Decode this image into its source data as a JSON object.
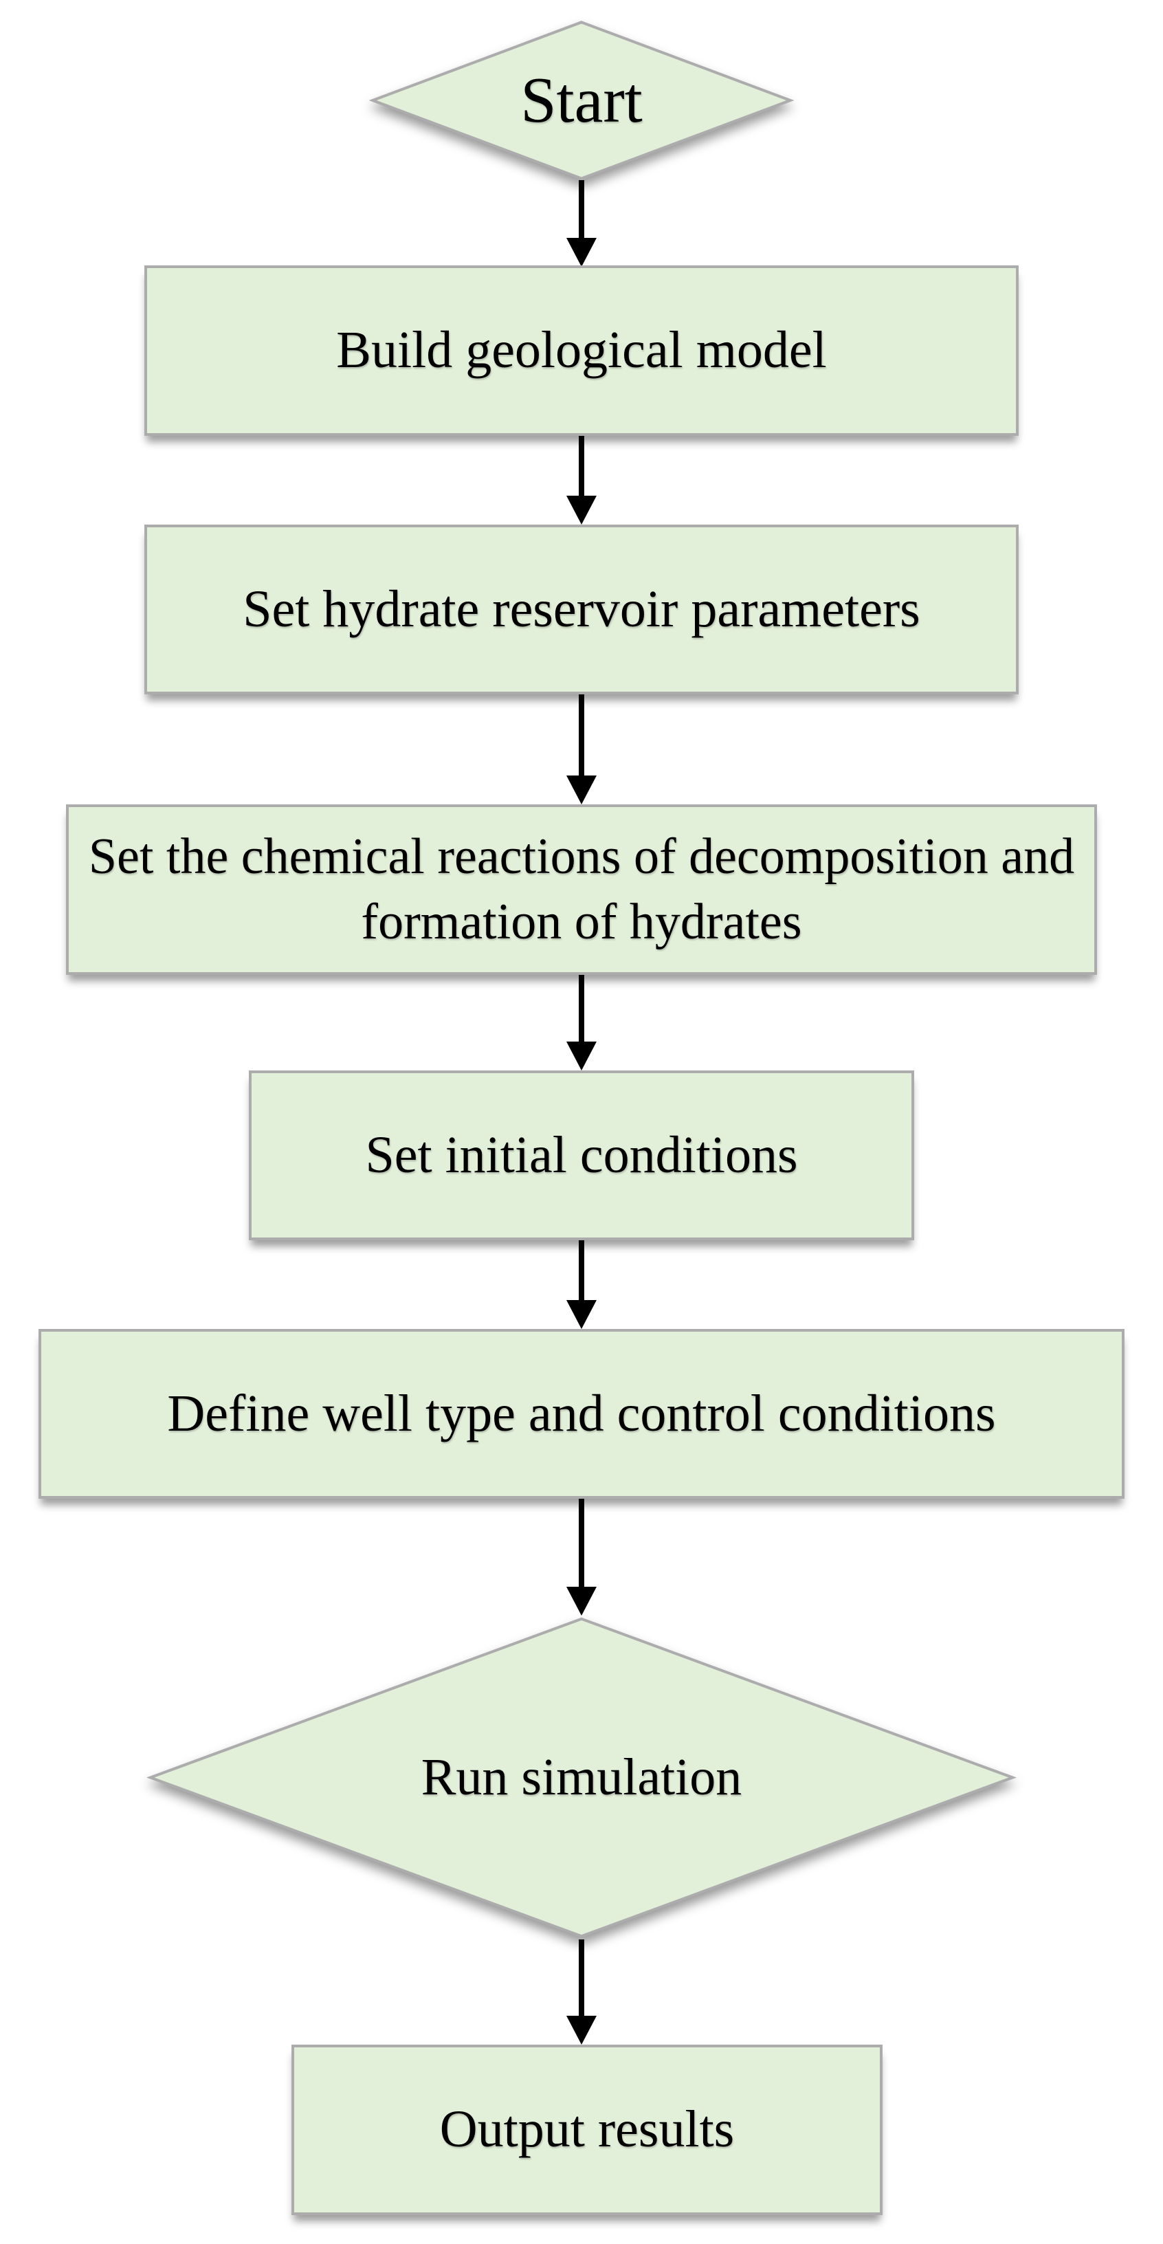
{
  "flowchart": {
    "colors": {
      "node-fill": "#e2efd9",
      "node-border": "#acacac",
      "arrow": "#000000",
      "text": "#000000"
    },
    "nodes": [
      {
        "id": "start",
        "type": "diamond",
        "label": "Start"
      },
      {
        "id": "build-geological-model",
        "type": "process",
        "label": "Build geological model"
      },
      {
        "id": "set-hydrate-reservoir-parameters",
        "type": "process",
        "label": "Set hydrate reservoir parameters"
      },
      {
        "id": "set-chemical-reactions",
        "type": "process",
        "label": "Set the chemical reactions of decomposition and formation of hydrates"
      },
      {
        "id": "set-initial-conditions",
        "type": "process",
        "label": "Set initial conditions"
      },
      {
        "id": "define-well-type-and-control-conditions",
        "type": "process",
        "label": "Define well type and control conditions"
      },
      {
        "id": "run-simulation",
        "type": "diamond",
        "label": "Run simulation"
      },
      {
        "id": "output-results",
        "type": "process",
        "label": "Output results"
      }
    ],
    "edges": [
      {
        "from": "start",
        "to": "build-geological-model",
        "direction": "down"
      },
      {
        "from": "build-geological-model",
        "to": "set-hydrate-reservoir-parameters",
        "direction": "down"
      },
      {
        "from": "set-hydrate-reservoir-parameters",
        "to": "set-chemical-reactions",
        "direction": "down"
      },
      {
        "from": "set-chemical-reactions",
        "to": "set-initial-conditions",
        "direction": "down"
      },
      {
        "from": "set-initial-conditions",
        "to": "define-well-type-and-control-conditions",
        "direction": "down"
      },
      {
        "from": "define-well-type-and-control-conditions",
        "to": "run-simulation",
        "direction": "down"
      },
      {
        "from": "run-simulation",
        "to": "output-results",
        "direction": "down"
      }
    ]
  }
}
